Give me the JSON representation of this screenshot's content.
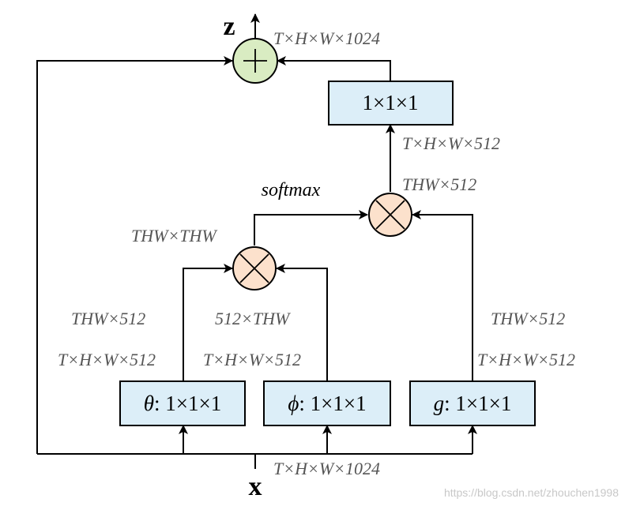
{
  "io": {
    "input": "x",
    "output": "z"
  },
  "boxes": {
    "theta": {
      "symbol": "θ",
      "rest": ": 1×1×1"
    },
    "phi": {
      "symbol": "ϕ",
      "rest": ": 1×1×1"
    },
    "g": {
      "symbol": "g",
      "rest": ": 1×1×1"
    },
    "out": {
      "label": "1×1×1"
    }
  },
  "operators": {
    "softmax": "softmax",
    "plus_symbol": "+",
    "times_symbol": "×"
  },
  "dims": {
    "out_top": "T×H×W×1024",
    "out_conv": "T×H×W×512",
    "mult2": "THW×512",
    "thw_thw": "THW×THW",
    "theta_reshape": "THW×512",
    "theta_out": "T×H×W×512",
    "phi_reshape": "512×THW",
    "phi_out": "T×H×W×512",
    "g_reshape": "THW×512",
    "g_out": "T×H×W×512",
    "input": "T×H×W×1024"
  },
  "colors": {
    "box_fill": "#dceef8",
    "plus_fill": "#d9ecc2",
    "times_fill": "#fce1cc",
    "dim_text": "#555555",
    "watermark": "#c8c8c8"
  },
  "watermark": "https://blog.csdn.net/zhouchen1998"
}
